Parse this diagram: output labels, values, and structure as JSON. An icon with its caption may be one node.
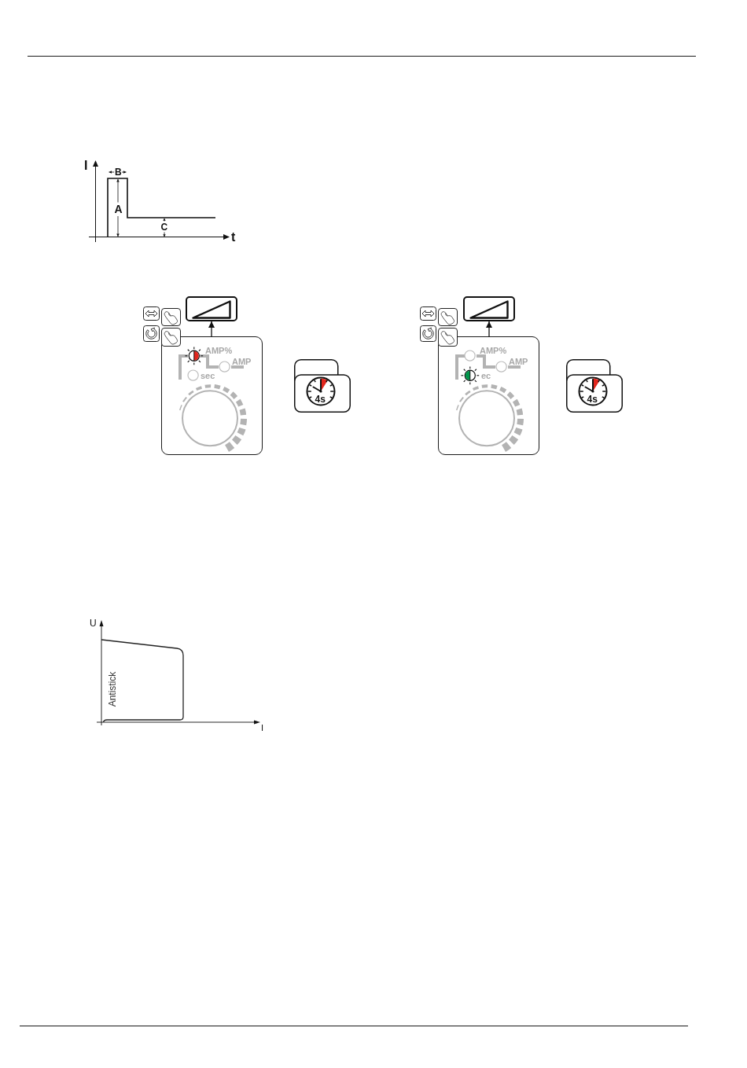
{
  "diagram": {
    "nodes": [
      {
        "text": [],
        "shape": "box"
      },
      {
        "text": [
          "AMP%",
          "AMP",
          "sec"
        ]
      },
      {
        "text": [],
        "shape": "box"
      },
      {
        "text": [
          "AMP%",
          "AMP",
          "ec"
        ]
      }
    ],
    "edges": [
      {
        "from": 1,
        "to": 0,
        "arrow": "to"
      },
      {
        "from": 3,
        "to": 2,
        "arrow": "to"
      }
    ],
    "labels": [
      "I",
      "B",
      "A",
      "C",
      "t",
      "4s",
      "4s",
      "U",
      "Antistick",
      "I"
    ]
  }
}
